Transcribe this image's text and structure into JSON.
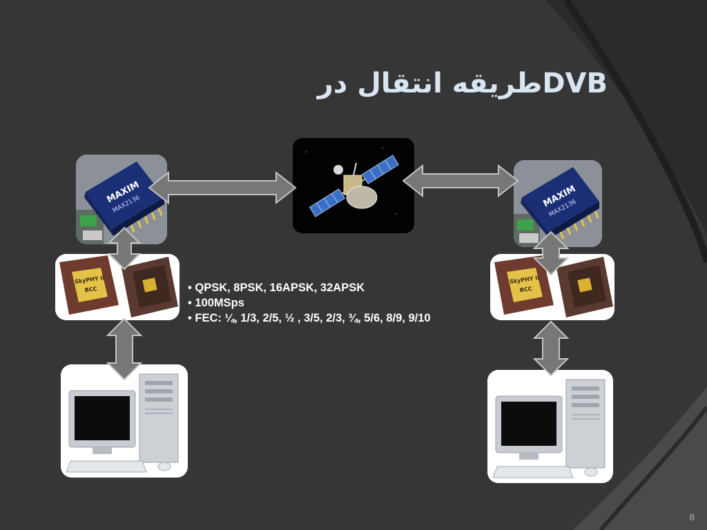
{
  "slide": {
    "title": "طریقه انتقال درDVB",
    "bullets": [
      "• QPSK, 8PSK, 16APSK, 32APSK",
      "• 100MSps",
      "• FEC: ¼, 1/3, 2/5, ½ , 3/5, 2/3, ¾, 5/6, 8/9, 9/10"
    ],
    "chip_brand": "MAXIM",
    "chip_model": "MAX2136",
    "demod_chip_label": "SkyPHY II",
    "demod_chip_logo": "BCC",
    "page_number": "8"
  },
  "colors": {
    "background": "#363636",
    "arc": "#262626",
    "title": "#d9e6f2",
    "arrow_fill": "#777777",
    "arrow_stroke": "#bfbfbf",
    "card": "#ffffff"
  }
}
